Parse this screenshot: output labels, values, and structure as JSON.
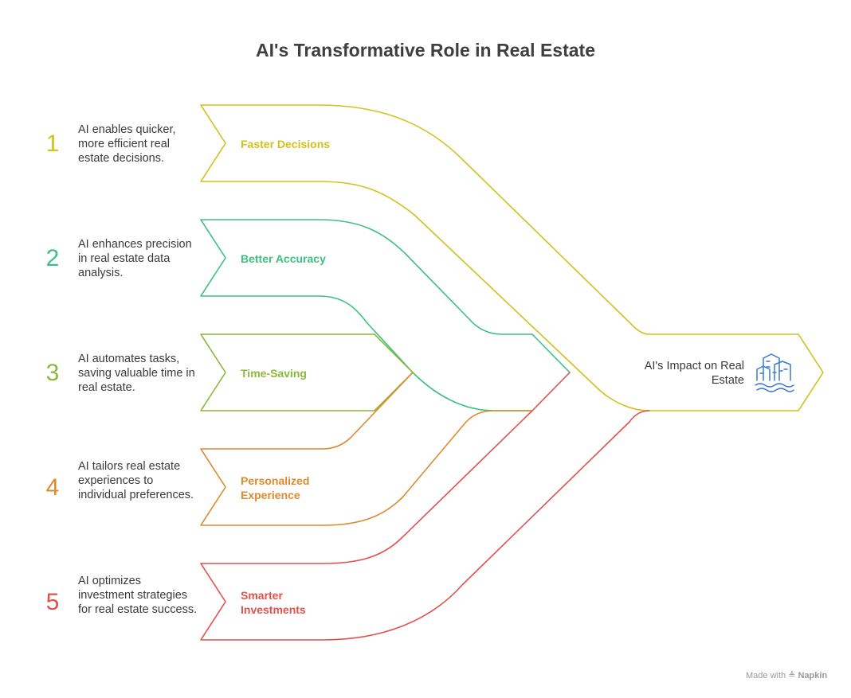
{
  "title": "AI's Transformative Role in Real Estate",
  "items": [
    {
      "number": "1",
      "label": "Faster Decisions",
      "description": "AI enables quicker, more efficient real estate decisions.",
      "color": "#d4c01c"
    },
    {
      "number": "2",
      "label": "Better Accuracy",
      "description": "AI enhances precision in real estate data analysis.",
      "color": "#3cc083"
    },
    {
      "number": "3",
      "label": "Time-Saving",
      "description": "AI automates tasks, saving valuable time in real estate.",
      "color": "#8ab93a"
    },
    {
      "number": "4",
      "label": "Personalized Experience",
      "description": "AI tailors real estate experiences to individual preferences.",
      "color": "#dd8a2e"
    },
    {
      "number": "5",
      "label": "Smarter Investments",
      "description": "AI optimizes investment strategies for real estate success.",
      "color": "#e0524e"
    }
  ],
  "target": {
    "label": "AI's Impact on Real Estate",
    "icon": "buildings-icon",
    "icon_color": "#3a78d8"
  },
  "footer": {
    "prefix": "Made with",
    "brand": "Napkin"
  }
}
